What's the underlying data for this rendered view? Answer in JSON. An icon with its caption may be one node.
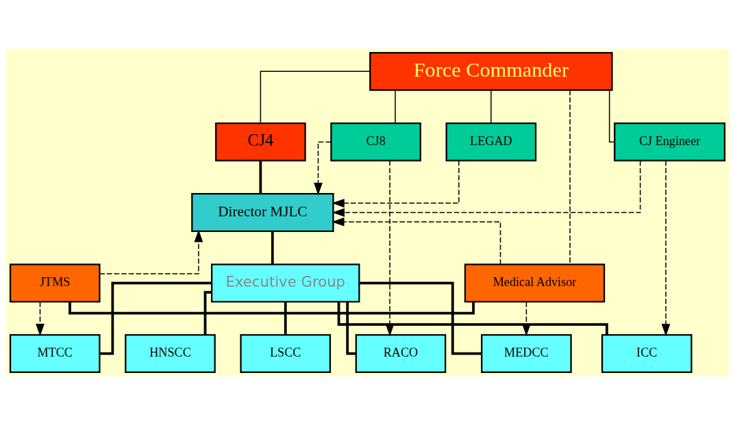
{
  "diagram": {
    "nodes": [
      {
        "text": [
          "Force Commander"
        ]
      },
      {
        "text": [
          "CJ8"
        ]
      },
      {
        "text": [
          "CJ4"
        ]
      },
      {
        "text": [
          "LEGAD"
        ]
      },
      {
        "text": [
          "CJ Engineer"
        ]
      },
      {
        "text": [
          "JTMS"
        ]
      },
      {
        "text": [
          "Medical Advisor"
        ]
      },
      {
        "text": [
          "Director MJLC"
        ]
      },
      {
        "text": [
          "Executive Group"
        ]
      },
      {
        "text": [
          "RACO"
        ]
      },
      {
        "text": [
          "MTCC"
        ]
      },
      {
        "text": [
          "LSCC"
        ]
      },
      {
        "text": [
          "HNSCC"
        ]
      },
      {
        "text": [
          "MEDCC"
        ]
      },
      {
        "text": [
          "ICC"
        ]
      }
    ],
    "edges": [
      {
        "from": 0,
        "to": 1,
        "arrow": "none"
      },
      {
        "from": 0,
        "to": 2,
        "arrow": "none"
      },
      {
        "from": 0,
        "to": 3,
        "arrow": "none"
      },
      {
        "from": 0,
        "to": 6,
        "arrow": "none",
        "style": "dashed"
      },
      {
        "from": 0,
        "to": 4,
        "arrow": "none"
      },
      {
        "from": 2,
        "to": 7,
        "arrow": "none",
        "style": "thick"
      },
      {
        "from": 5,
        "to": 6,
        "arrow": "none",
        "style": "thick"
      },
      {
        "from": 1,
        "to": 7,
        "arrow": "to",
        "style": "dashed"
      },
      {
        "from": 5,
        "to": 7,
        "arrow": "to",
        "style": "dashed"
      },
      {
        "from": 3,
        "to": 7,
        "arrow": "to",
        "style": "dashed"
      },
      {
        "from": 6,
        "to": 7,
        "arrow": "to",
        "style": "dashed"
      },
      {
        "from": 4,
        "to": 7,
        "arrow": "to",
        "style": "dashed"
      },
      {
        "from": 1,
        "to": 9,
        "arrow": "to",
        "style": "dashed"
      },
      {
        "from": 5,
        "to": 10,
        "arrow": "to",
        "style": "dashed"
      },
      {
        "from": 6,
        "to": 13,
        "arrow": "to",
        "style": "dashed"
      },
      {
        "from": 4,
        "to": 14,
        "arrow": "to",
        "style": "dashed"
      },
      {
        "from": 7,
        "to": 8,
        "arrow": "none",
        "style": "thick"
      },
      {
        "from": 8,
        "to": 9,
        "arrow": "none",
        "style": "thick"
      },
      {
        "from": 8,
        "to": 10,
        "arrow": "none",
        "style": "thick"
      },
      {
        "from": 8,
        "to": 11,
        "arrow": "none",
        "style": "thick"
      },
      {
        "from": 8,
        "to": 12,
        "arrow": "none",
        "style": "thick"
      },
      {
        "from": 8,
        "to": 13,
        "arrow": "none",
        "style": "thick"
      },
      {
        "from": 8,
        "to": 14,
        "arrow": "none",
        "style": "thick"
      }
    ]
  }
}
